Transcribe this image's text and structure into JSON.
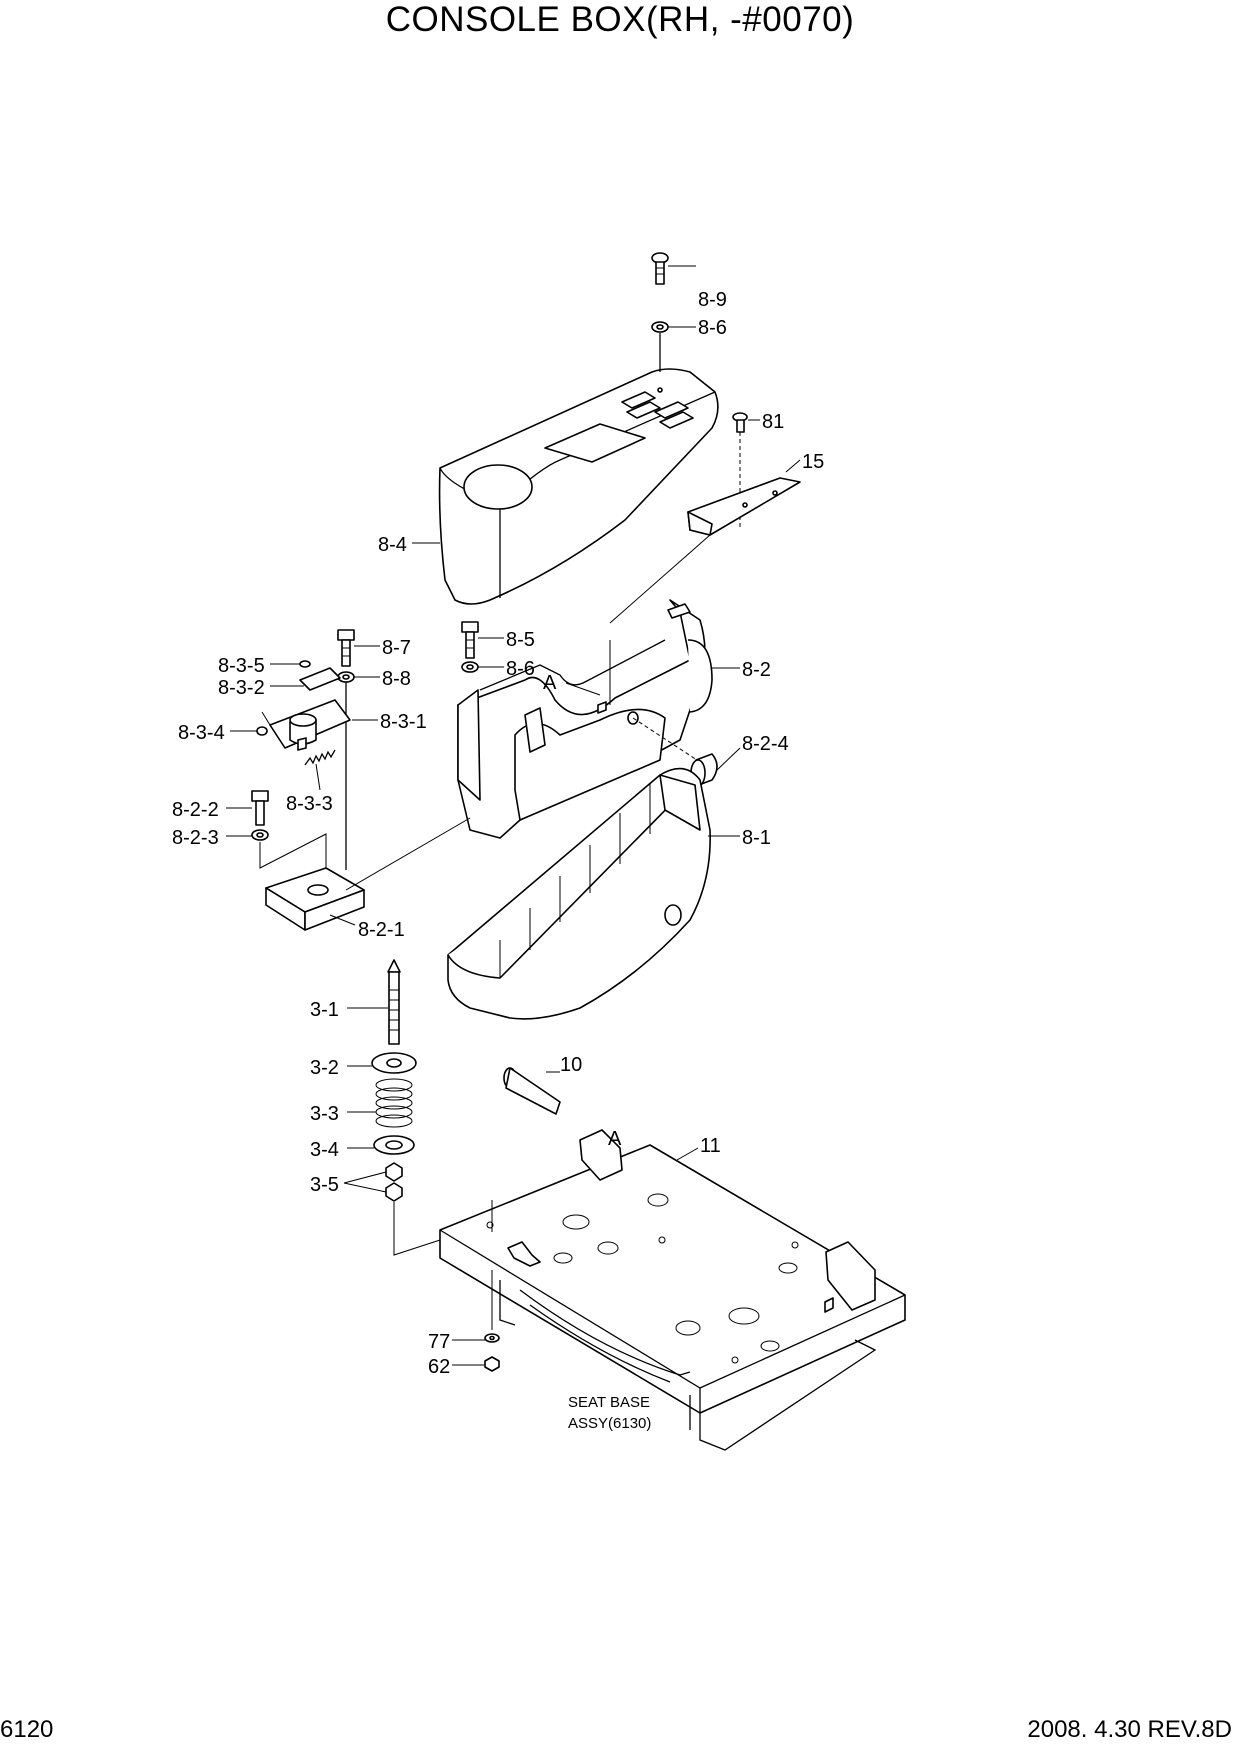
{
  "title": "CONSOLE BOX(RH, -#0070)",
  "footer": {
    "page_number": "6120",
    "date_revision": "2008.  4.30  REV.8D"
  },
  "labels": {
    "p_8_9": "8-9",
    "p_8_6_top": "8-6",
    "p_81": "81",
    "p_15": "15",
    "p_8_4": "8-4",
    "p_8_7": "8-7",
    "p_8_8": "8-8",
    "p_8_5": "8-5",
    "p_8_6_mid": "8-6",
    "p_A_upper": "A",
    "p_8_2": "8-2",
    "p_8_3_5": "8-3-5",
    "p_8_3_2": "8-3-2",
    "p_8_3_1": "8-3-1",
    "p_8_3_4": "8-3-4",
    "p_8_2_4": "8-2-4",
    "p_8_3_3": "8-3-3",
    "p_8_2_2": "8-2-2",
    "p_8_2_3": "8-2-3",
    "p_8_1": "8-1",
    "p_8_2_1": "8-2-1",
    "p_3_1": "3-1",
    "p_3_2": "3-2",
    "p_3_3": "3-3",
    "p_3_4": "3-4",
    "p_3_5": "3-5",
    "p_10": "10",
    "p_A_lower": "A",
    "p_11": "11",
    "p_77": "77",
    "p_62": "62"
  },
  "notes": {
    "seat_base_line1": "SEAT BASE",
    "seat_base_line2": "ASSY(6130)"
  }
}
